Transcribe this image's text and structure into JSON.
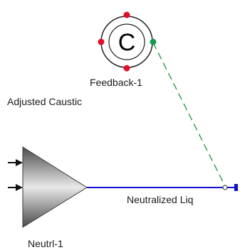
{
  "diagram": {
    "title": "",
    "nodes": {
      "feedback": {
        "label": "Feedback-1",
        "symbol": "C"
      },
      "neutralizer": {
        "label": "Neutrl-1"
      }
    },
    "streams": {
      "adjusted_caustic": {
        "label": "Adjusted Caustic"
      },
      "neutralized_liq": {
        "label": "Neutralized Liq",
        "color": "#1010d0"
      },
      "signal_link": {
        "color": "#35a055",
        "style": "dashed"
      }
    },
    "port_colors": {
      "red": "#e0102a",
      "green": "#149a52",
      "port_dark": "#111111"
    }
  }
}
